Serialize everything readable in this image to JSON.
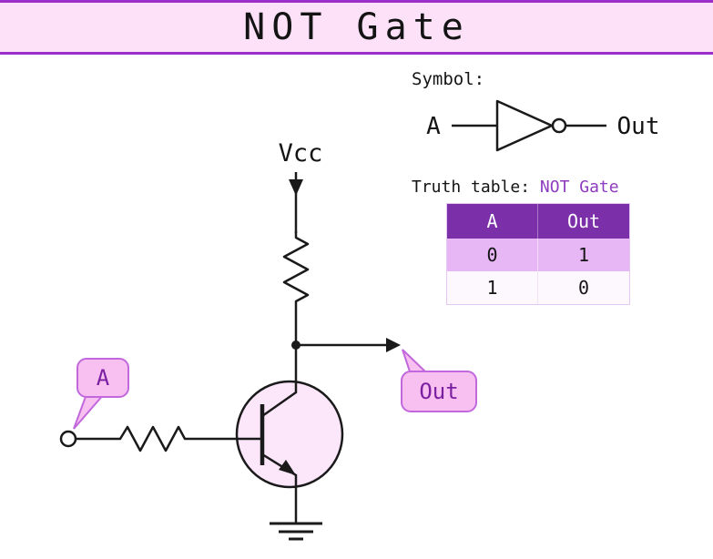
{
  "title": "NOT Gate",
  "colors": {
    "header_bg": "#fce1f8",
    "accent_purple": "#9b2fc9",
    "table_header_bg": "#7b2fa8",
    "table_row_odd_bg": "#e7b6f4",
    "table_row_even_bg": "#fdf8fe",
    "bubble_fill": "#f7c0f0",
    "bubble_stroke": "#c268dc",
    "bubble_text": "#7b1fa2",
    "transistor_fill": "#fce6fa",
    "wire_color": "#1a1a1a"
  },
  "symbol_section": {
    "label": "Symbol:",
    "input_label": "A",
    "output_label": "Out"
  },
  "truth_table": {
    "caption_prefix": "Truth table: ",
    "gate_name": "NOT Gate",
    "headers": [
      "A",
      "Out"
    ],
    "rows": [
      [
        "0",
        "1"
      ],
      [
        "1",
        "0"
      ]
    ]
  },
  "circuit": {
    "vcc_label": "Vcc",
    "input_bubble": "A",
    "output_bubble": "Out"
  }
}
